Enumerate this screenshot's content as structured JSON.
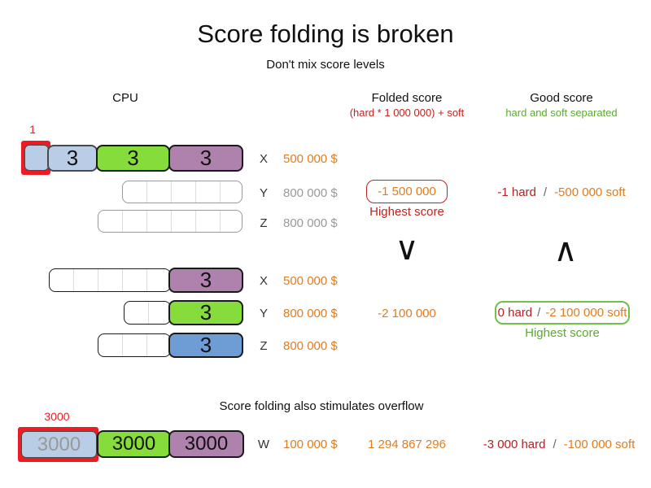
{
  "title": "Score folding is broken",
  "subtitle": "Don't mix score levels",
  "header": {
    "cpu": "CPU",
    "folded_title": "Folded score",
    "folded_subtitle": "(hard * 1 000 000) + soft",
    "good_title": "Good score",
    "good_subtitle": "hard and soft separated"
  },
  "palette": {
    "orange": "#e07c1f",
    "hard_red": "#b22222",
    "note_red": "#c0241c",
    "highlight_red": "#ed1c24",
    "green_text": "#5aab2e",
    "green_box_border": "#72c04b",
    "gray": "#999999",
    "light_blue_block": "#b9cde6",
    "green_block": "#86dc3a",
    "purple_block": "#ae82ac",
    "blue_block": "#6e9cd4"
  },
  "broken_example": {
    "annotation": "1",
    "rows": {
      "x": {
        "label": "X",
        "money": "500 000 $",
        "blocks": [
          "3",
          "3",
          "3"
        ]
      },
      "y": {
        "label": "Y",
        "money": "800 000 $"
      },
      "z": {
        "label": "Z",
        "money": "800 000 $"
      }
    },
    "folded_score": "-1 500 000",
    "folded_note": "Highest score",
    "good_hard": "-1 hard",
    "good_slash": "/",
    "good_soft": "-500 000 soft"
  },
  "comparison": {
    "folded_symbol": "∨",
    "good_symbol": "∧"
  },
  "good_example": {
    "rows": {
      "x": {
        "label": "X",
        "money": "500 000 $",
        "block": "3"
      },
      "y": {
        "label": "Y",
        "money": "800 000 $",
        "block": "3"
      },
      "z": {
        "label": "Z",
        "money": "800 000 $",
        "block": "3"
      }
    },
    "folded_score": "-2 100 000",
    "good_hard": "0 hard",
    "good_slash": "/",
    "good_soft": "-2 100 000 soft",
    "good_note": "Highest score"
  },
  "overflow_example": {
    "caption": "Score folding also stimulates overflow",
    "annotation": "3000",
    "row": {
      "label": "W",
      "money": "100 000 $",
      "blocks": [
        "3000",
        "3000",
        "3000"
      ]
    },
    "folded_score": "1 294 867 296",
    "good_hard": "-3 000 hard",
    "good_slash": "/",
    "good_soft": "-100 000 soft"
  }
}
